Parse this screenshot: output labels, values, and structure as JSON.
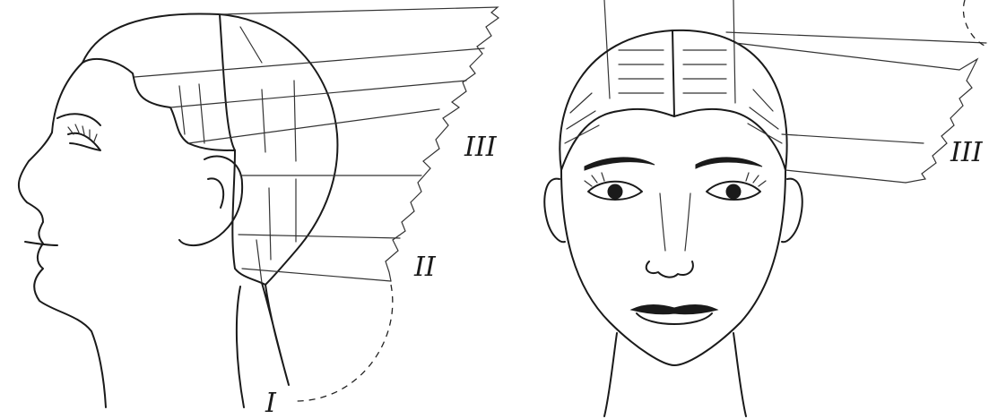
{
  "labels": {
    "profile_zone_3": "III",
    "profile_zone_2": "II",
    "profile_zone_1": "I",
    "front_zone_3": "III"
  }
}
